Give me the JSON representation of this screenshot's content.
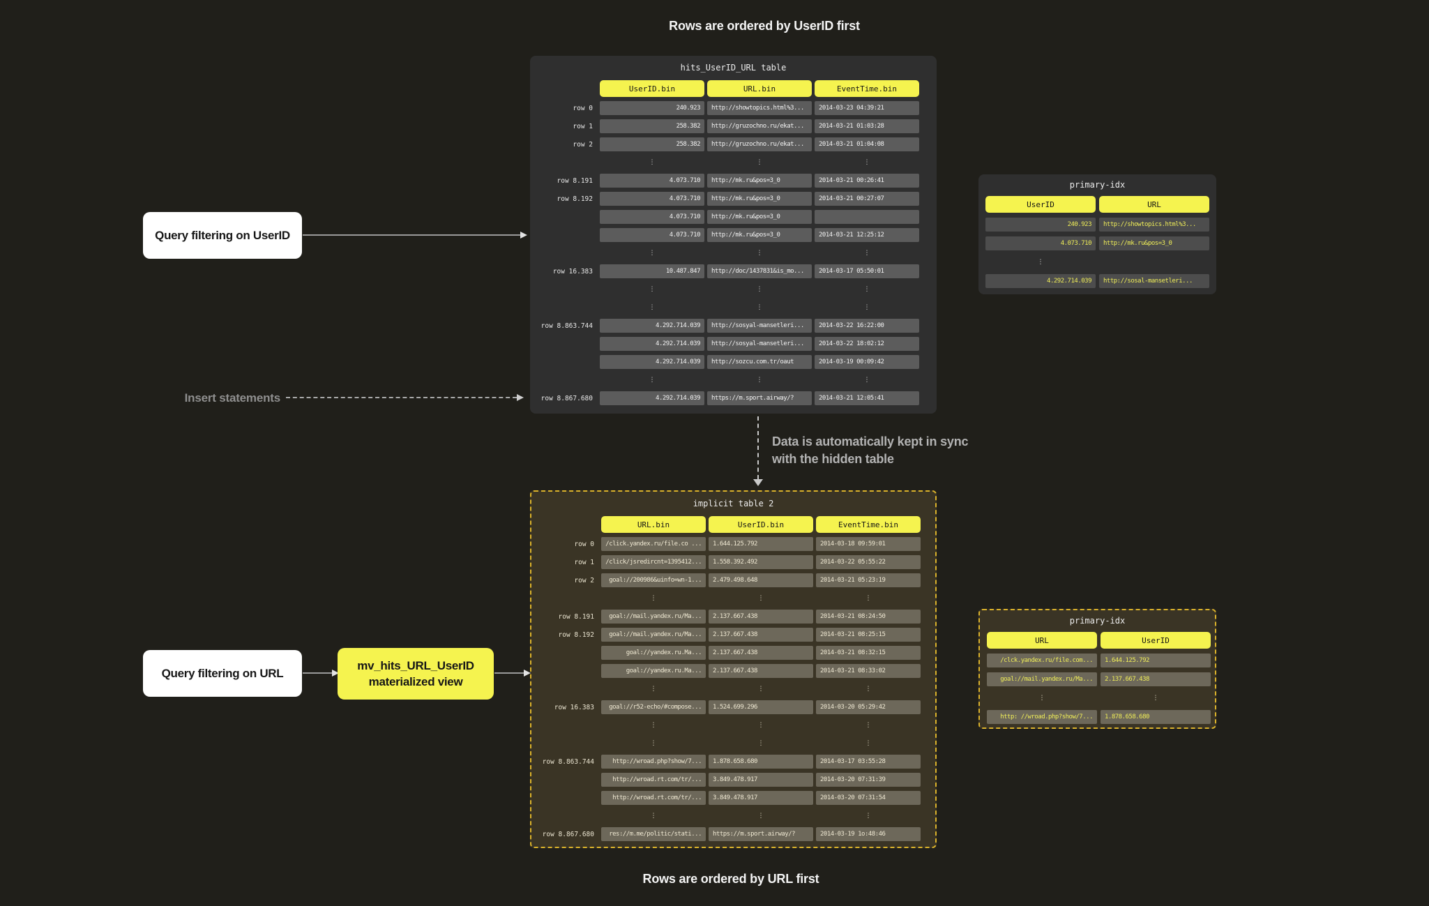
{
  "titles": {
    "top": "Rows are ordered by UserID first",
    "bottom": "Rows are ordered by URL first"
  },
  "annotations": {
    "query_userid": "Query filtering on UserID",
    "query_url": "Query filtering on URL",
    "insert_statements": "Insert statements",
    "materialized_view": {
      "line1": "mv_hits_URL_UserID",
      "line2": "materialized view"
    },
    "sync_note": {
      "line1": "Data is automatically kept in sync",
      "line2": "with the hidden table"
    }
  },
  "colors": {
    "background": "#201f1a",
    "panel_dark": "#2f2f2f",
    "panel_olive": "#3a3425",
    "header_yellow": "#f5f34f",
    "cell_gray": "#5c5c5c",
    "idx_cell_gray": "#4d4d4d",
    "cell_olive": "#6d685a",
    "value_yellow": "#f0ee58",
    "text_cream": "#efe8d2",
    "dashed_border": "#dcb32b",
    "arrow_gray": "#9a9a9a"
  },
  "tables": {
    "hits": {
      "title": "hits_UserID_URL table",
      "columns": [
        "UserID.bin",
        "URL.bin",
        "EventTime.bin"
      ],
      "rows": [
        {
          "label": "row 0",
          "cells": [
            "240.923",
            "http://showtopics.html%3...",
            "2014-03-23 04:39:21"
          ]
        },
        {
          "label": "row 1",
          "cells": [
            "258.382",
            "http://gruzochno.ru/ekat...",
            "2014-03-21 01:03:28"
          ]
        },
        {
          "label": "row 2",
          "cells": [
            "258.382",
            "http://gruzochno.ru/ekat...",
            "2014-03-21 01:04:08"
          ]
        },
        {
          "dots": [
            true,
            true,
            true
          ]
        },
        {
          "label": "row 8.191",
          "cells": [
            "4.073.710",
            "http://mk.ru&pos=3_0",
            "2014-03-21 00:26:41"
          ]
        },
        {
          "label": "row 8.192",
          "cells": [
            "4.073.710",
            "http://mk.ru&pos=3_0",
            "2014-03-21 00:27:07"
          ]
        },
        {
          "label": "",
          "cells": [
            "4.073.710",
            "http://mk.ru&pos=3_0",
            ""
          ]
        },
        {
          "label": "",
          "cells": [
            "4.073.710",
            "http://mk.ru&pos=3_0",
            "2014-03-21 12:25:12"
          ]
        },
        {
          "dots": [
            true,
            true,
            true
          ]
        },
        {
          "label": "row 16.383",
          "cells": [
            "10.487.847",
            "http://doc/1437831&is_mo...",
            "2014-03-17 05:50:01"
          ]
        },
        {
          "dots": [
            true,
            true,
            true
          ]
        },
        {
          "dots": [
            true,
            true,
            true
          ]
        },
        {
          "label": "row 8.863.744",
          "cells": [
            "4.292.714.039",
            "http://sosyal-mansetleri...",
            "2014-03-22 16:22:00"
          ]
        },
        {
          "label": "",
          "cells": [
            "4.292.714.039",
            "http://sosyal-mansetleri...",
            "2014-03-22 18:02:12"
          ]
        },
        {
          "label": "",
          "cells": [
            "4.292.714.039",
            "http://sozcu.com.tr/oaut",
            "2014-03-19 00:09:42"
          ]
        },
        {
          "dots": [
            true,
            true,
            true
          ]
        },
        {
          "label": "row 8.867.680",
          "cells": [
            "4.292.714.039",
            "https://m.sport.airway/?",
            "2014-03-21 12:05:41"
          ]
        }
      ]
    },
    "idx_top": {
      "title": "primary-idx",
      "columns": [
        "UserID",
        "URL"
      ],
      "rows": [
        {
          "label": "",
          "cells": [
            "240.923",
            "http://showtopics.html%3..."
          ]
        },
        {
          "label": "",
          "cells": [
            "4.073.710",
            "http://mk.ru&pos=3_0"
          ]
        },
        {
          "dots": [
            true,
            false
          ]
        },
        {
          "label": "",
          "cells": [
            "4.292.714.039",
            "http://sosal-mansetleri..."
          ]
        }
      ]
    },
    "implicit": {
      "title": "implicit table 2",
      "columns": [
        "URL.bin",
        "UserID.bin",
        "EventTime.bin"
      ],
      "rows": [
        {
          "label": "row 0",
          "cells": [
            "/click.yandex.ru/file.co ...",
            "1.644.125.792",
            "2014-03-18 09:59:01"
          ]
        },
        {
          "label": "row 1",
          "cells": [
            "/click/jsredircnt=1395412...",
            "1.558.392.492",
            "2014-03-22 05:55:22"
          ]
        },
        {
          "label": "row 2",
          "cells": [
            "goal://200986&uinfo=wn-1...",
            "2.479.498.648",
            "2014-03-21 05:23:19"
          ]
        },
        {
          "dots": [
            true,
            true,
            true
          ]
        },
        {
          "label": "row 8.191",
          "cells": [
            "goal://mail.yandex.ru/Ma...",
            "2.137.667.438",
            "2014-03-21 08:24:50"
          ]
        },
        {
          "label": "row 8.192",
          "cells": [
            "goal://mail.yandex.ru/Ma...",
            "2.137.667.438",
            "2014-03-21 08:25:15"
          ]
        },
        {
          "label": "",
          "cells": [
            "goal://yandex.ru.Ma...",
            "2.137.667.438",
            "2014-03-21 08:32:15"
          ]
        },
        {
          "label": "",
          "cells": [
            "goal://yandex.ru.Ma...",
            "2.137.667.438",
            "2014-03-21 08:33:02"
          ]
        },
        {
          "dots": [
            true,
            true,
            true
          ]
        },
        {
          "label": "row 16.383",
          "cells": [
            "goal://r52-echo/#compose...",
            "1.524.699.296",
            "2014-03-20 05:29:42"
          ]
        },
        {
          "dots": [
            true,
            true,
            true
          ]
        },
        {
          "dots": [
            true,
            true,
            true
          ]
        },
        {
          "label": "row 8.863.744",
          "cells": [
            "http://wroad.php?show/7...",
            "1.878.658.680",
            "2014-03-17 03:55:28"
          ]
        },
        {
          "label": "",
          "cells": [
            "http://wroad.rt.com/tr/...",
            "3.849.478.917",
            "2014-03-20 07:31:39"
          ]
        },
        {
          "label": "",
          "cells": [
            "http://wroad.rt.com/tr/...",
            "3.849.478.917",
            "2014-03-20 07:31:54"
          ]
        },
        {
          "dots": [
            true,
            true,
            true
          ]
        },
        {
          "label": "row 8.867.680",
          "cells": [
            "res://m.me/politic/stati...",
            "https://m.sport.airway/?",
            "2014-03-19 1o:48:46"
          ]
        }
      ]
    },
    "idx_bottom": {
      "title": "primary-idx",
      "columns": [
        "URL",
        "UserID"
      ],
      "rows": [
        {
          "label": "",
          "cells": [
            "/clck.yandex.ru/file.com...",
            "1.644.125.792"
          ]
        },
        {
          "label": "",
          "cells": [
            "goal://mail.yandex.ru/Ma...",
            "2.137.667.438"
          ]
        },
        {
          "dots": [
            true,
            true
          ]
        },
        {
          "label": "",
          "cells": [
            "http: //wroad.php?show/7...",
            "1.878.658.680"
          ]
        }
      ]
    }
  }
}
